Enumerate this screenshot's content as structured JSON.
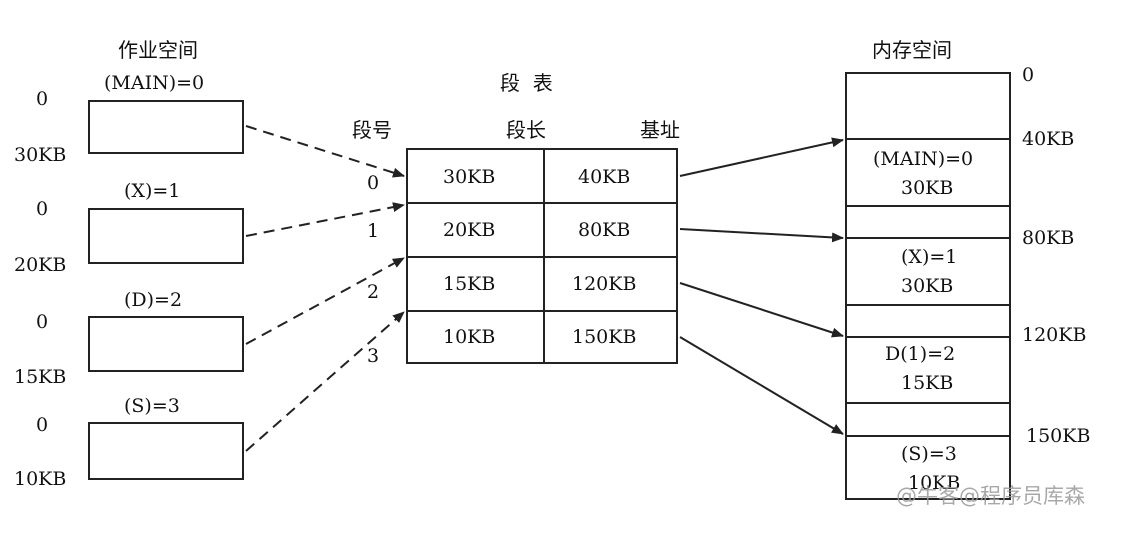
{
  "job_space": {
    "title": "作业空间",
    "segments": [
      {
        "label": "(MAIN)=0",
        "start": "0",
        "end": "30KB"
      },
      {
        "label": "(X)=1",
        "start": "0",
        "end": "20KB"
      },
      {
        "label": "(D)=2",
        "start": "0",
        "end": "15KB"
      },
      {
        "label": "(S)=3",
        "start": "0",
        "end": "10KB"
      }
    ]
  },
  "segment_table": {
    "title": "段  表",
    "headers": {
      "number": "段号",
      "length": "段长",
      "base": "基址"
    },
    "rows": [
      {
        "number": "0",
        "length": "30KB",
        "base": "40KB"
      },
      {
        "number": "1",
        "length": "20KB",
        "base": "80KB"
      },
      {
        "number": "2",
        "length": "15KB",
        "base": "120KB"
      },
      {
        "number": "3",
        "length": "10KB",
        "base": "150KB"
      }
    ]
  },
  "memory_space": {
    "title": "内存空间",
    "addresses": [
      "0",
      "40KB",
      "80KB",
      "120KB",
      "150KB"
    ],
    "blocks": [
      {
        "name": "(MAIN)=0",
        "size": "30KB"
      },
      {
        "name": "(X)=1",
        "size": "30KB"
      },
      {
        "name": "D(1)=2",
        "size": "15KB"
      },
      {
        "name": "(S)=3",
        "size": "10KB"
      }
    ]
  },
  "watermark": "@牛客@程序员库森"
}
